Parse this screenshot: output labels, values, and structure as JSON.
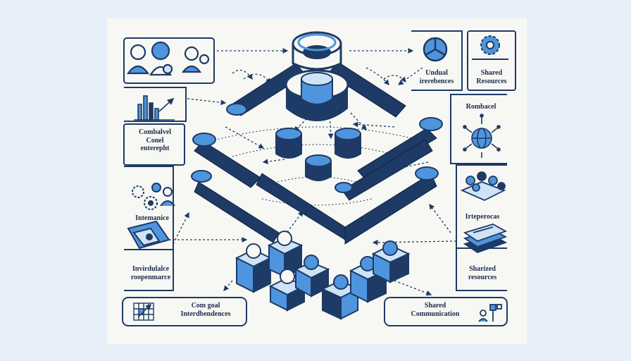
{
  "colors": {
    "background": "#e6eff8",
    "card": "#f7f8f4",
    "navy": "#1e3a66",
    "blue": "#4f95dd",
    "light_blue": "#cfe3f7"
  },
  "labels": {
    "undual": [
      "Undual",
      "irerebences"
    ],
    "shared_res_top": [
      "Shared",
      "Resources"
    ],
    "rombacel": "Rombacel",
    "combalvel": [
      "Combalvel",
      "Conel",
      "enterepht"
    ],
    "internanice": "Intemanice",
    "irteperocas": "Irteperocas",
    "invirduralce": [
      "Invirdulalce",
      "roopenmarce"
    ],
    "sharized": [
      "Sharized",
      "resources"
    ],
    "com_goal": [
      "Com goal",
      "Interdbendences"
    ],
    "shared_comm": [
      "Shared",
      "Communication"
    ]
  },
  "icons": [
    "team-people-icon",
    "bar-chart-icon",
    "pie-chart-icon",
    "gear-icon",
    "globe-network-icon",
    "gears-people-icon",
    "group-people-icon",
    "documents-icon",
    "map-puzzle-icon",
    "grid-chart-icon",
    "people-chart-icon"
  ]
}
